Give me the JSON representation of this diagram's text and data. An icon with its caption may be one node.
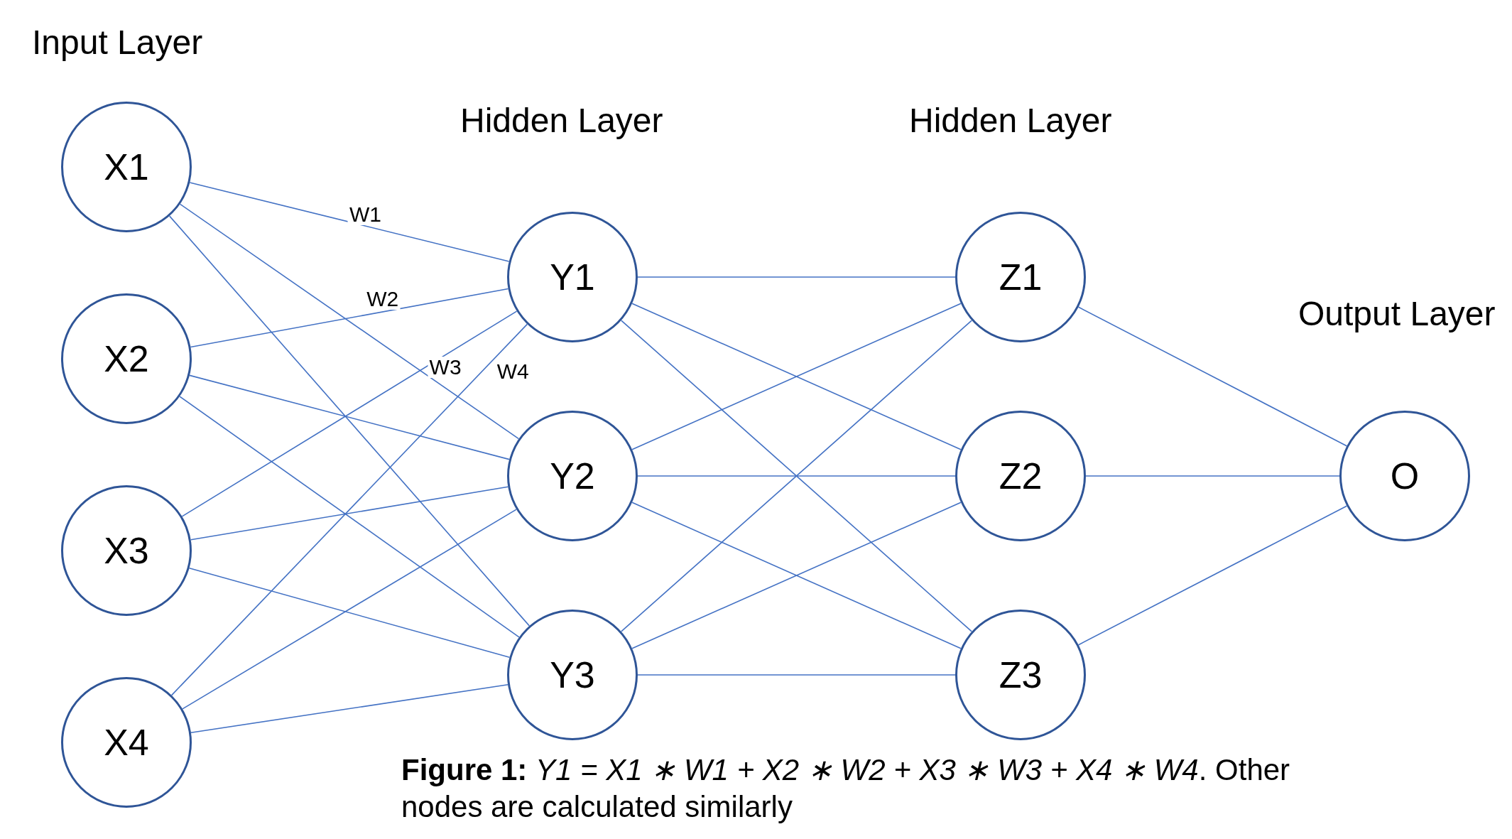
{
  "diagram": {
    "caption": "**Figure 1:** *Y1 = X1 ∗ W1 + X2 ∗ W2 + X3 ∗ W3 + X4 ∗ W4*. Other nodes are calculated similarly",
    "nodes": [
      {
        "text": [
          "X1"
        ]
      },
      {
        "text": [
          "X2"
        ]
      },
      {
        "text": [
          "X3"
        ]
      },
      {
        "text": [
          "X4"
        ]
      },
      {
        "text": [
          "Y1"
        ]
      },
      {
        "text": [
          "Y2"
        ]
      },
      {
        "text": [
          "Y3"
        ]
      },
      {
        "text": [
          "Z1"
        ]
      },
      {
        "text": [
          "Z2"
        ]
      },
      {
        "text": [
          "Z3"
        ]
      },
      {
        "text": [
          "O"
        ]
      }
    ],
    "edges": [
      {
        "from": 0,
        "to": 4,
        "arrow": "none",
        "label": "W1"
      },
      {
        "from": 0,
        "to": 5,
        "arrow": "none"
      },
      {
        "from": 0,
        "to": 6,
        "arrow": "none"
      },
      {
        "from": 1,
        "to": 4,
        "arrow": "none",
        "label": "W2"
      },
      {
        "from": 1,
        "to": 5,
        "arrow": "none"
      },
      {
        "from": 1,
        "to": 6,
        "arrow": "none"
      },
      {
        "from": 2,
        "to": 4,
        "arrow": "none",
        "label": "W3"
      },
      {
        "from": 2,
        "to": 5,
        "arrow": "none"
      },
      {
        "from": 2,
        "to": 6,
        "arrow": "none"
      },
      {
        "from": 3,
        "to": 4,
        "arrow": "none",
        "label": "W4"
      },
      {
        "from": 3,
        "to": 5,
        "arrow": "none"
      },
      {
        "from": 3,
        "to": 6,
        "arrow": "none"
      },
      {
        "from": 4,
        "to": 7,
        "arrow": "none"
      },
      {
        "from": 4,
        "to": 8,
        "arrow": "none"
      },
      {
        "from": 4,
        "to": 9,
        "arrow": "none"
      },
      {
        "from": 5,
        "to": 7,
        "arrow": "none"
      },
      {
        "from": 5,
        "to": 8,
        "arrow": "none"
      },
      {
        "from": 5,
        "to": 9,
        "arrow": "none"
      },
      {
        "from": 6,
        "to": 7,
        "arrow": "none"
      },
      {
        "from": 6,
        "to": 8,
        "arrow": "none"
      },
      {
        "from": 6,
        "to": 9,
        "arrow": "none"
      },
      {
        "from": 7,
        "to": 10,
        "arrow": "none"
      },
      {
        "from": 8,
        "to": 10,
        "arrow": "none"
      },
      {
        "from": 9,
        "to": 10,
        "arrow": "none"
      }
    ],
    "labels": [
      "Input Layer",
      "Hidden Layer",
      "Hidden Layer",
      "Output Layer"
    ]
  }
}
